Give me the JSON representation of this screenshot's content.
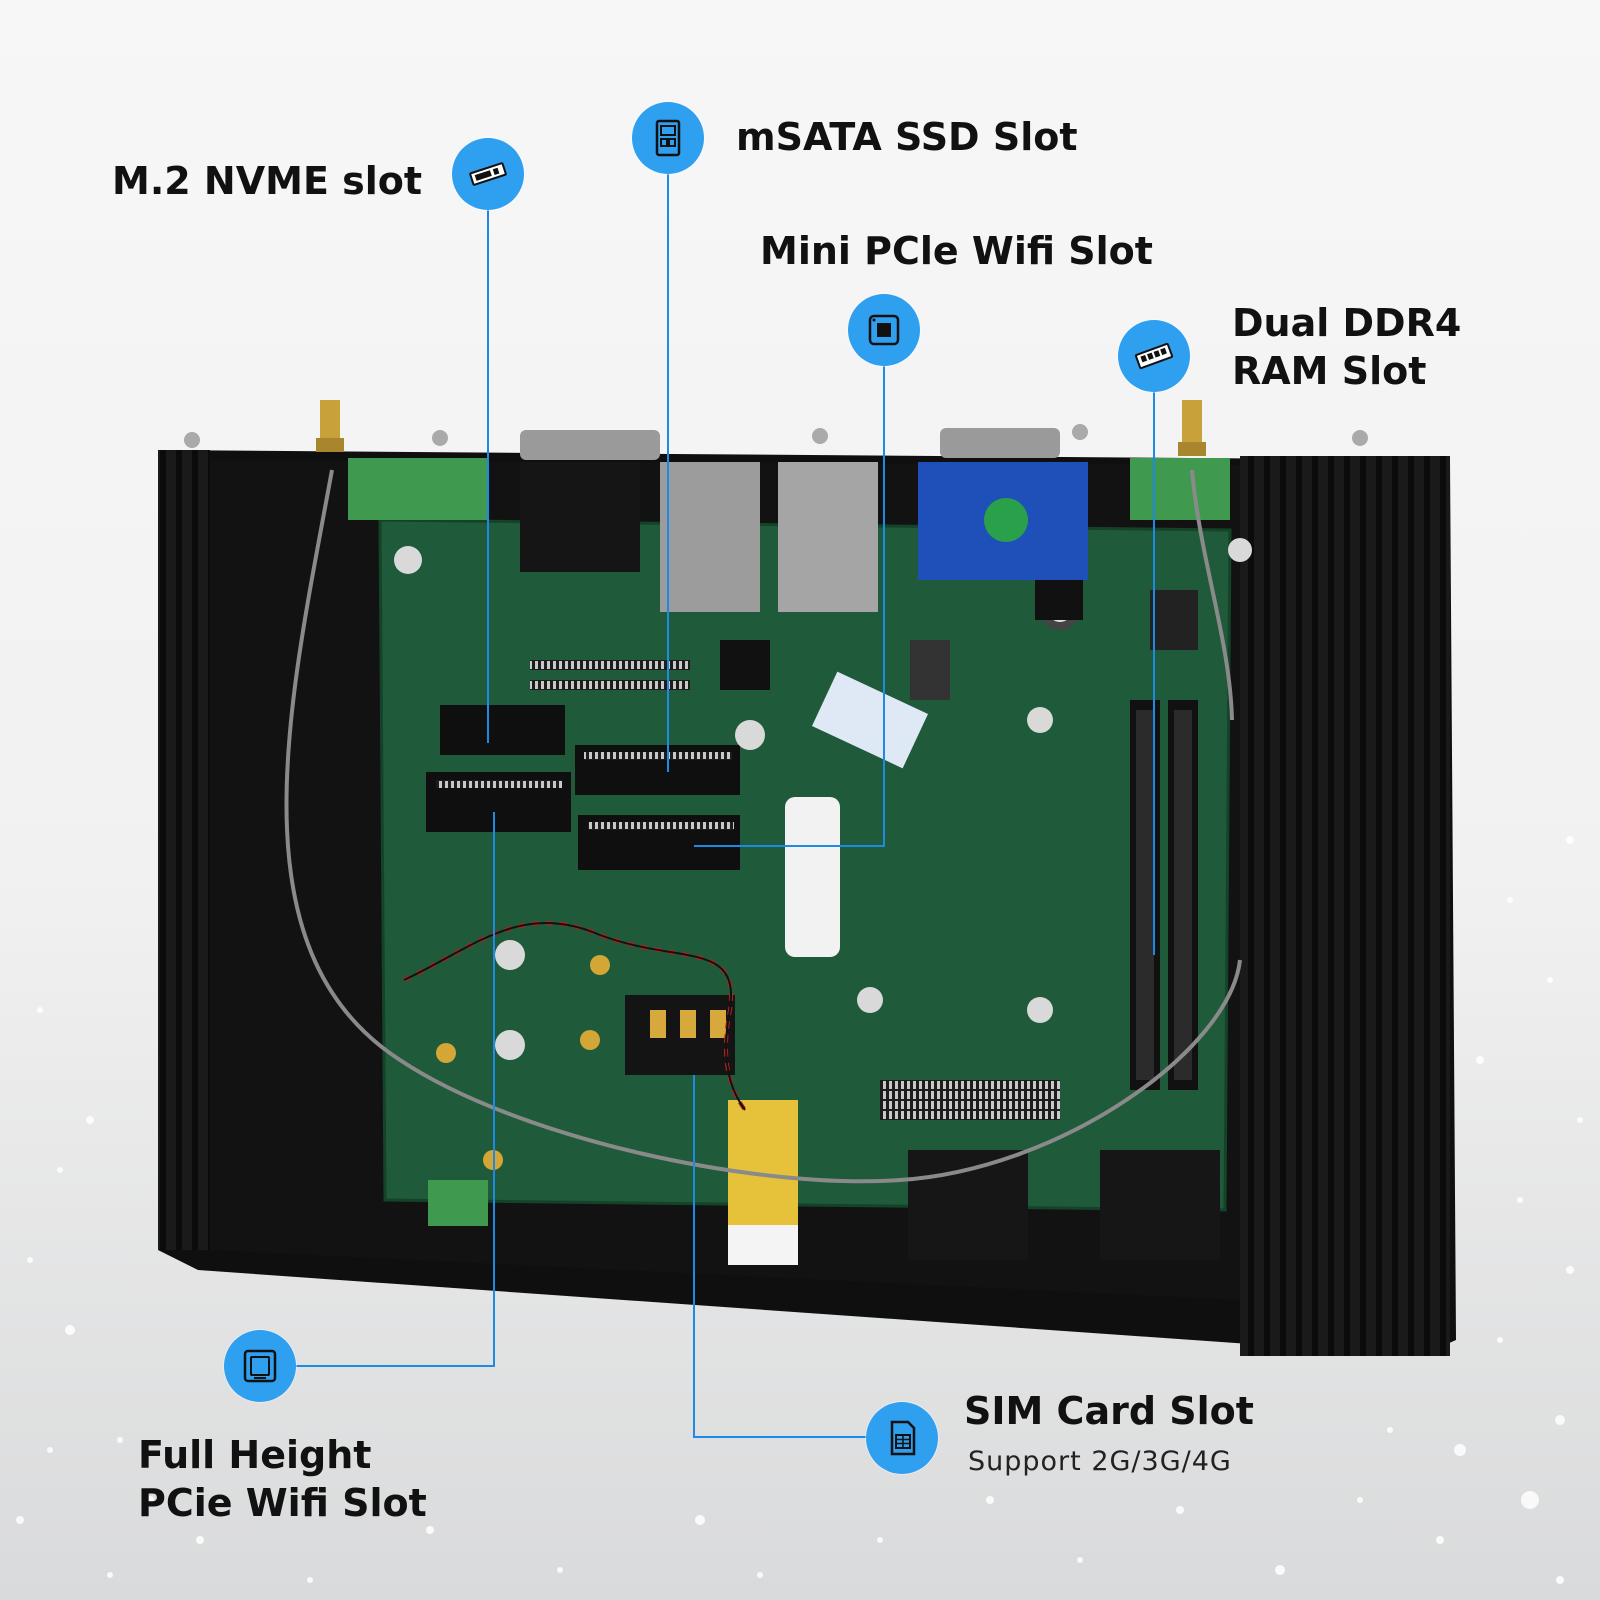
{
  "colors": {
    "accent": "#2f9ff0",
    "leader_line": "#1f8ae6",
    "text": "#111111",
    "pcb_green": "#1f5a3a",
    "chassis": "#141414"
  },
  "callouts": {
    "m2_nvme": {
      "label": "M.2 NVME slot",
      "icon": "m2-card-icon"
    },
    "msata": {
      "label": "mSATA SSD Slot",
      "icon": "ssd-icon"
    },
    "mini_pcie": {
      "label": "Mini PCle Wifi Slot",
      "icon": "chip-icon"
    },
    "ddr4": {
      "line1": "Dual DDR4",
      "line2": "RAM Slot",
      "icon": "ram-stick-icon"
    },
    "full_pcie": {
      "line1": "Full Height",
      "line2": "PCie Wifi Slot",
      "icon": "card-slot-icon"
    },
    "sim": {
      "label": "SIM Card Slot",
      "sub": "Support 2G/3G/4G",
      "icon": "sim-card-icon"
    }
  }
}
